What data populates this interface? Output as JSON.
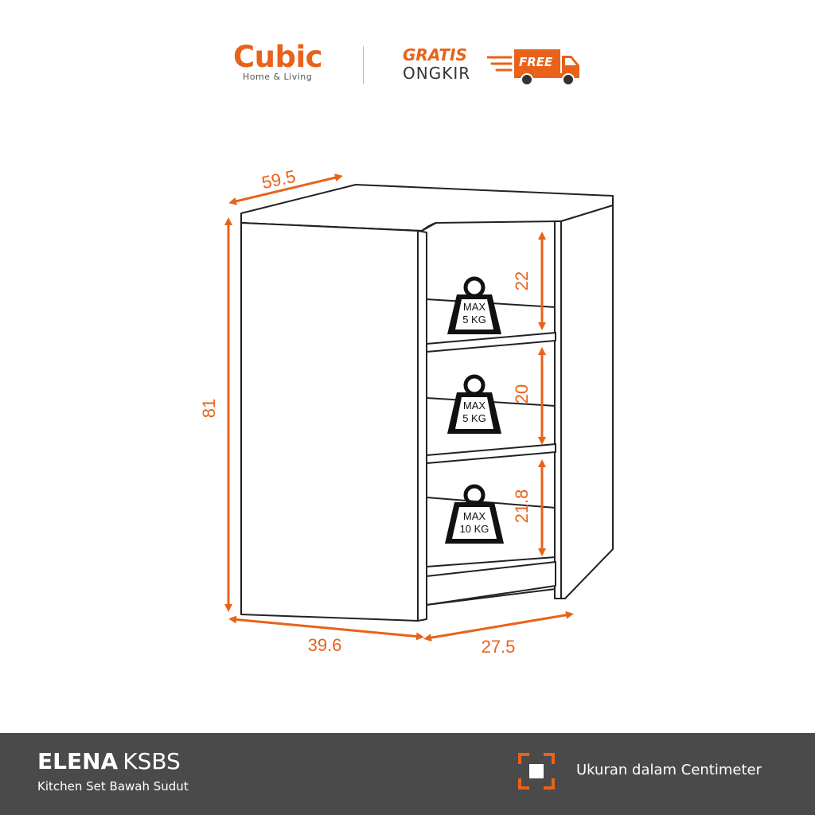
{
  "header": {
    "brand_name": "Cubic",
    "brand_sub": "Home & Living",
    "promo_line1": "GRATIS",
    "promo_line2": "ONGKIR",
    "truck_label": "FREE"
  },
  "diagram": {
    "dimensions": {
      "depth": "59.5",
      "height": "81",
      "front_width": "39.6",
      "side_width": "27.5"
    },
    "shelves": [
      {
        "height": "22",
        "max_line1": "MAX",
        "max_line2": "5 KG"
      },
      {
        "height": "20",
        "max_line1": "MAX",
        "max_line2": "5 KG"
      },
      {
        "height": "21.8",
        "max_line1": "MAX",
        "max_line2": "10 KG"
      }
    ],
    "colors": {
      "accent": "#e8621a",
      "line": "#222222"
    }
  },
  "footer": {
    "product_name": "ELENA",
    "product_code": "KSBS",
    "product_subtitle": "Kitchen Set Bawah Sudut",
    "unit_note": "Ukuran dalam Centimeter",
    "unit_icon": "measure-frame-icon"
  }
}
